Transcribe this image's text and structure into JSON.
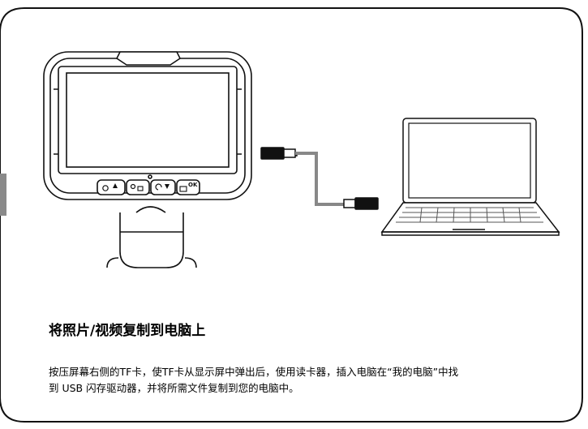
{
  "page": {
    "title": "将照片/视频复制到电脑上",
    "body_lines": [
      "按压屏幕右侧的TF卡，使TF卡从显示屏中弹出后，使用读卡器，插入电脑在“我的电脑”中找",
      "到 USB 闪存驱动器，并将所需文件复制到您的电脑中。"
    ]
  },
  "illustration": {
    "device_button_icons": [
      "zoom-up-icon",
      "settings-icon",
      "rotate-down-icon",
      "photo-ok-icon"
    ],
    "device_button_labels": [
      "▲",
      "▼",
      "OK"
    ]
  }
}
